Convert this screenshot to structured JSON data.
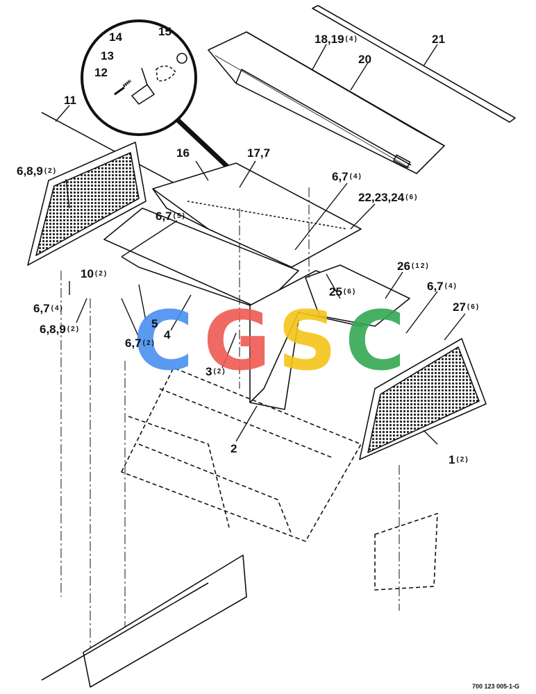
{
  "diagram": {
    "callouts": [
      {
        "id": "c1",
        "text": "1",
        "qty": "(2)"
      },
      {
        "id": "c2",
        "text": "2",
        "qty": ""
      },
      {
        "id": "c3",
        "text": "3",
        "qty": "(2)"
      },
      {
        "id": "c4",
        "text": "4",
        "qty": ""
      },
      {
        "id": "c5",
        "text": "5",
        "qty": ""
      },
      {
        "id": "c6a",
        "text": "6,7",
        "qty": "(2)"
      },
      {
        "id": "c6b",
        "text": "6,7",
        "qty": "(4)"
      },
      {
        "id": "c6c",
        "text": "6,8,9",
        "qty": "(2)"
      },
      {
        "id": "c10",
        "text": "10",
        "qty": "(2)"
      },
      {
        "id": "c6d",
        "text": "6,7",
        "qty": "(5)"
      },
      {
        "id": "c6e",
        "text": "6,8,9",
        "qty": "(2)"
      },
      {
        "id": "c11",
        "text": "11",
        "qty": ""
      },
      {
        "id": "c12",
        "text": "12",
        "qty": ""
      },
      {
        "id": "c13",
        "text": "13",
        "qty": ""
      },
      {
        "id": "c14",
        "text": "14",
        "qty": ""
      },
      {
        "id": "c15",
        "text": "15",
        "qty": ""
      },
      {
        "id": "c16",
        "text": "16",
        "qty": ""
      },
      {
        "id": "c17",
        "text": "17,7",
        "qty": ""
      },
      {
        "id": "c18",
        "text": "18,19",
        "qty": "(4)"
      },
      {
        "id": "c20",
        "text": "20",
        "qty": ""
      },
      {
        "id": "c21",
        "text": "21",
        "qty": ""
      },
      {
        "id": "c6f",
        "text": "6,7",
        "qty": "(4)"
      },
      {
        "id": "c22",
        "text": "22,23,24",
        "qty": "(6)"
      },
      {
        "id": "c25",
        "text": "25",
        "qty": "(6)"
      },
      {
        "id": "c26",
        "text": "26",
        "qty": "(12)"
      },
      {
        "id": "c6g",
        "text": "6,7",
        "qty": "(4)"
      },
      {
        "id": "c27",
        "text": "27",
        "qty": "(6)"
      }
    ],
    "drawing_code": "700 123 005-1-G",
    "watermark": {
      "letters": [
        "C",
        "G",
        "S",
        "C"
      ],
      "colors": [
        "#4a90f0",
        "#ee5a52",
        "#f5c518",
        "#34a853"
      ]
    }
  }
}
